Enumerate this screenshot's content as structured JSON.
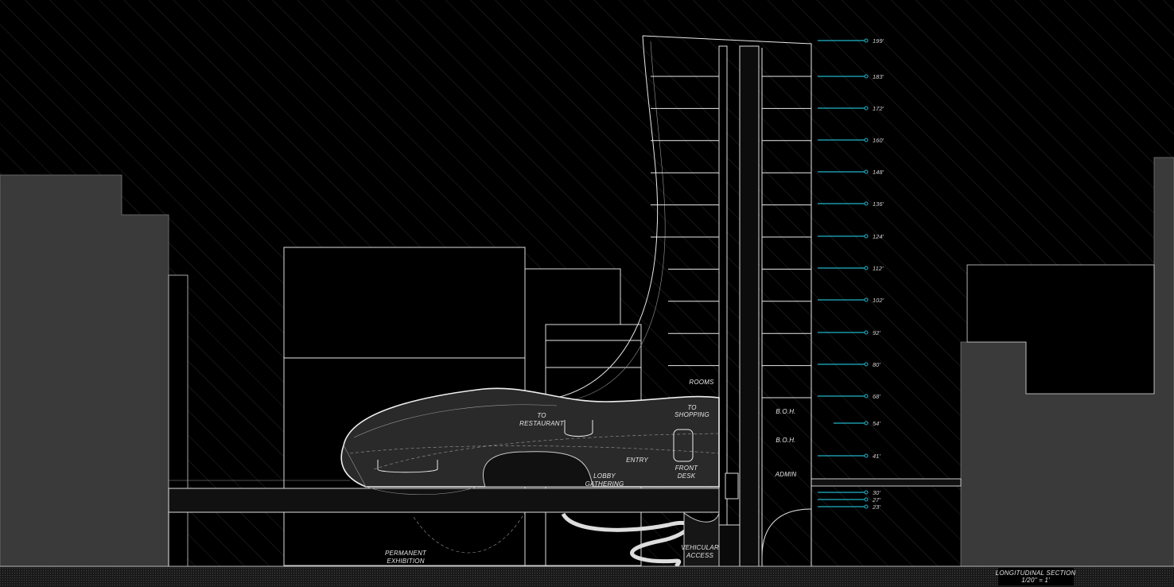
{
  "drawing": {
    "title": "LONGITUDINAL SECTION",
    "scale": "1/20\" = 1'"
  },
  "levels": [
    "199'",
    "183'",
    "172'",
    "160'",
    "148'",
    "136'",
    "124'",
    "112'",
    "102'",
    "92'",
    "80'",
    "68'",
    "54'",
    "41'",
    "30'",
    "27'",
    "23'"
  ],
  "spaces": {
    "rooms": "ROOMS",
    "to_shopping_1": "TO",
    "to_shopping_2": "SHOPPING",
    "to_restaurant_1": "TO",
    "to_restaurant_2": "RESTAURANT",
    "entry": "ENTRY",
    "lobby_1": "LOBBY",
    "lobby_2": "GATHERING",
    "front_desk_1": "FRONT",
    "front_desk_2": "DESK",
    "boh_1": "B.O.H.",
    "boh_2": "B.O.H.",
    "admin": "ADMIN",
    "exhibition_1": "PERMANENT",
    "exhibition_2": "EXHIBITION",
    "vehicular_1": "VEHICULAR",
    "vehicular_2": "ACCESS"
  },
  "colors": {
    "marker": "#1fb3c8",
    "neighbor": "#3a3a3a",
    "lobby": "#2a2a2a"
  }
}
